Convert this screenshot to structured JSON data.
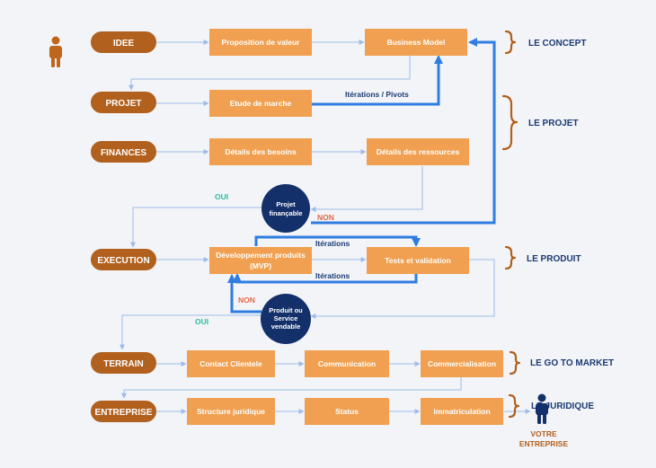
{
  "stages": {
    "idee": "IDEE",
    "projet": "PROJET",
    "finances": "FINANCES",
    "execution": "EXECUTION",
    "terrain": "TERRAIN",
    "entreprise": "ENTREPRISE"
  },
  "steps": {
    "proposition": "Proposition de valeur",
    "business_model": "Business Model",
    "etude": "Etude de marche",
    "besoins": "Détails des besoins",
    "ressources": "Détails des ressources",
    "dev_line1": "Développement produits",
    "dev_line2": "(MVP)",
    "tests": "Tests et validation",
    "contact": "Contact Clientele",
    "communication": "Communication",
    "commercialisation": "Commercialisation",
    "structure": "Structure juridique",
    "status": "Status",
    "immatriculation": "Immatriculation"
  },
  "decisions": {
    "projet_line1": "Projet",
    "projet_line2": "finançable",
    "produit_line1": "Produit ou",
    "produit_line2": "Service",
    "produit_line3": "vendable"
  },
  "edge_labels": {
    "iterations_pivots": "Itérations / Pivots",
    "iterations_top": "Itérations",
    "iterations_bottom": "Itérations",
    "oui_1": "OUI",
    "non_1": "NON",
    "non_2": "NON",
    "oui_2": "OUI"
  },
  "sections": {
    "concept": "LE CONCEPT",
    "projet": "LE PROJET",
    "produit": "LE PRODUIT",
    "go_to_market": "LE GO TO MARKET",
    "juridique": "LE JURIDIQUE"
  },
  "output": {
    "line1": "VOTRE",
    "line2": "ENTREPRISE"
  },
  "colors": {
    "stage_pill": "#b1601d",
    "step_box": "#f0a050",
    "decision": "#14306a",
    "thick_arrow": "#2f7de1",
    "thin_arrow": "#9dbbe8",
    "section_text": "#1b3a73",
    "yes": "#2bbfa0",
    "no": "#e06a48"
  },
  "icons": [
    "person-icon",
    "person-icon-output"
  ]
}
